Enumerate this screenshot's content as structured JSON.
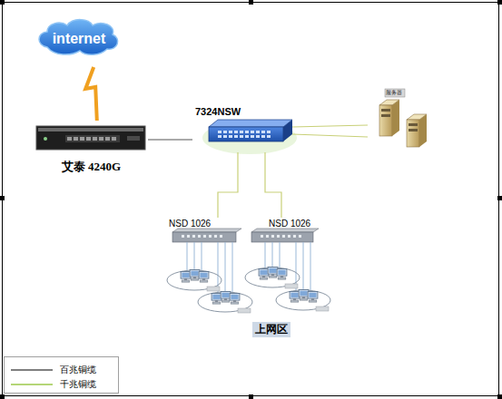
{
  "diagram": {
    "nodes": [
      {
        "text": [
          "internet"
        ]
      },
      {
        "text": [
          "服务器"
        ]
      },
      {
        "text": [
          "7324NSW"
        ]
      },
      {
        "text": [
          "艾泰 4240G"
        ]
      },
      {
        "text": [
          "NSD 1026"
        ]
      },
      {
        "text": [
          "NSD 1026"
        ]
      }
    ],
    "edges": [
      {
        "from": 0,
        "to": 3,
        "arrow": "none"
      },
      {
        "from": 3,
        "to": 2,
        "arrow": "none"
      },
      {
        "from": 2,
        "to": 1,
        "arrow": "none"
      },
      {
        "from": 2,
        "to": 1,
        "arrow": "none"
      },
      {
        "from": 2,
        "to": 4,
        "arrow": "none"
      },
      {
        "from": 2,
        "to": 5,
        "arrow": "none"
      }
    ],
    "labels": [
      "上网区"
    ],
    "legend": [
      {
        "text": "百兆铜缆"
      },
      {
        "text": "千兆铜缆"
      }
    ]
  }
}
